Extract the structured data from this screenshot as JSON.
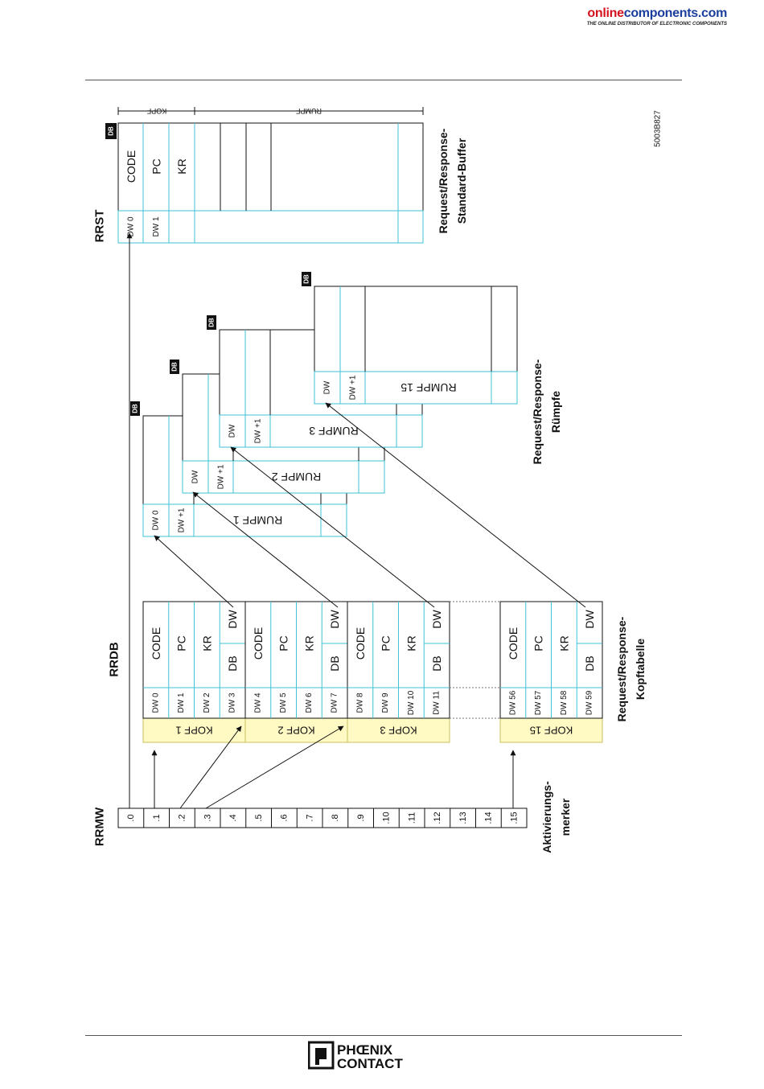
{
  "header": {
    "brand_part1": "online",
    "brand_part2": "components.com",
    "tagline": "THE ONLINE DISTRIBUTOR OF ELECTRONIC COMPONENTS",
    "colors": {
      "red": "#d4121e",
      "blue": "#1a3e9c"
    }
  },
  "diagram": {
    "labels": {
      "rrmw": "RRMW",
      "rrdb": "RRDB",
      "rrst": "RRST",
      "aktivierungs": "Aktivierungs-",
      "merker": "merker",
      "kopftabelle_1": "Request/Response-",
      "kopftabelle_2": "Kopftabelle",
      "ruempfe_1": "Request/Response-",
      "ruempfe_2": "Rümpfe",
      "std_buffer_1": "Request/Response-",
      "std_buffer_2": "Standard-Buffer",
      "figure_id": "5003B827",
      "db": "DB",
      "kopf_bracket": "KOPF",
      "rumpf_bracket": "RUMPF"
    },
    "rrmw_bits": [
      ".0",
      ".1",
      ".2",
      ".3",
      ".4",
      ".5",
      ".6",
      ".7",
      ".8",
      ".9",
      ".10",
      ".11",
      ".12",
      ".13",
      ".14",
      ".15"
    ],
    "kopf_blocks": [
      {
        "name": "KOPF 1",
        "dws": [
          "DW 0",
          "DW 1",
          "DW 2",
          "DW 3"
        ],
        "fields": [
          "CODE",
          "PC",
          "KR",
          "DW"
        ],
        "db": "DB"
      },
      {
        "name": "KOPF 2",
        "dws": [
          "DW 4",
          "DW 5",
          "DW 6",
          "DW 7"
        ],
        "fields": [
          "CODE",
          "PC",
          "KR",
          "DW"
        ],
        "db": "DB"
      },
      {
        "name": "KOPF 3",
        "dws": [
          "DW 8",
          "DW 9",
          "DW 10",
          "DW 11"
        ],
        "fields": [
          "CODE",
          "PC",
          "KR",
          "DW"
        ],
        "db": "DB"
      },
      {
        "name": "KOPF 15",
        "dws": [
          "DW 56",
          "DW 57",
          "DW 58",
          "DW 59"
        ],
        "fields": [
          "CODE",
          "PC",
          "KR",
          "DW"
        ],
        "db": "DB"
      }
    ],
    "rumpf_blocks": [
      {
        "name": "RUMPF 1",
        "dw_a": "DW 0",
        "dw_b": "DW +1"
      },
      {
        "name": "RUMPF 2",
        "dw_a": "DW",
        "dw_b": "DW +1"
      },
      {
        "name": "RUMPF 3",
        "dw_a": "DW",
        "dw_b": "DW +1"
      },
      {
        "name": "RUMPF 15",
        "dw_a": "DW",
        "dw_b": "DW +1"
      }
    ],
    "rrst": {
      "dws": [
        "DW 0",
        "DW 1"
      ],
      "fields": [
        "CODE",
        "PC",
        "KR"
      ]
    }
  },
  "footer": {
    "logo_line1": "PHŒNIX",
    "logo_line2": "CONTACT"
  }
}
